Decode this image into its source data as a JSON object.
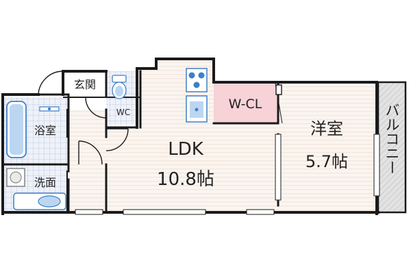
{
  "colors": {
    "wall": "#1a1a1a",
    "floor_stripe": "#f3e6dc",
    "floor_bg": "#fbf5f0",
    "tile": "#eef1f8",
    "tile_line": "#9db0d6",
    "wcl_fill": "#f7d2d7",
    "balcony_fill": "#e2e2e2",
    "balcony_hatch": "#c4c4c4",
    "fixture": "#3f7fc7",
    "fixture_light": "#bcd6f2"
  },
  "rooms": {
    "ldk": {
      "name": "LDK",
      "size": "10.8帖"
    },
    "western": {
      "name": "洋室",
      "size": "5.7帖"
    },
    "wcl": {
      "name": "W-CL"
    },
    "entrance": {
      "name": "玄関"
    },
    "bath": {
      "name": "浴室"
    },
    "washroom": {
      "name": "洗面"
    },
    "wc": {
      "name": "WC"
    },
    "balcony": {
      "name": "バルコニー"
    }
  },
  "fixtures": {
    "bathtub": "bathtub-icon",
    "toilet": "toilet-icon",
    "wash_basin": "wash-basin-icon",
    "stove": "stove-icon",
    "sink": "kitchen-sink-icon",
    "washing_machine": "washing-machine-icon"
  }
}
